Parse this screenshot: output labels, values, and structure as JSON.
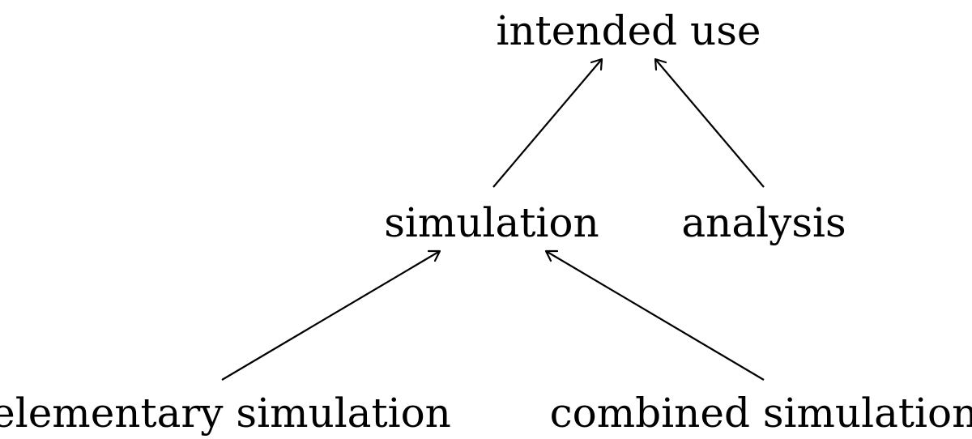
{
  "diagram": {
    "nodes": {
      "intended_use": "intended use",
      "simulation": "simulation",
      "analysis": "analysis",
      "elementary_simulation": "elementary simulation",
      "combined_simulation": "combined simulation"
    },
    "edges": [
      {
        "from": "simulation",
        "to": "intended use"
      },
      {
        "from": "analysis",
        "to": "intended use"
      },
      {
        "from": "elementary simulation",
        "to": "simulation"
      },
      {
        "from": "combined simulation",
        "to": "simulation"
      }
    ],
    "colors": {
      "background": "#ffffff",
      "ink": "#000000"
    }
  }
}
